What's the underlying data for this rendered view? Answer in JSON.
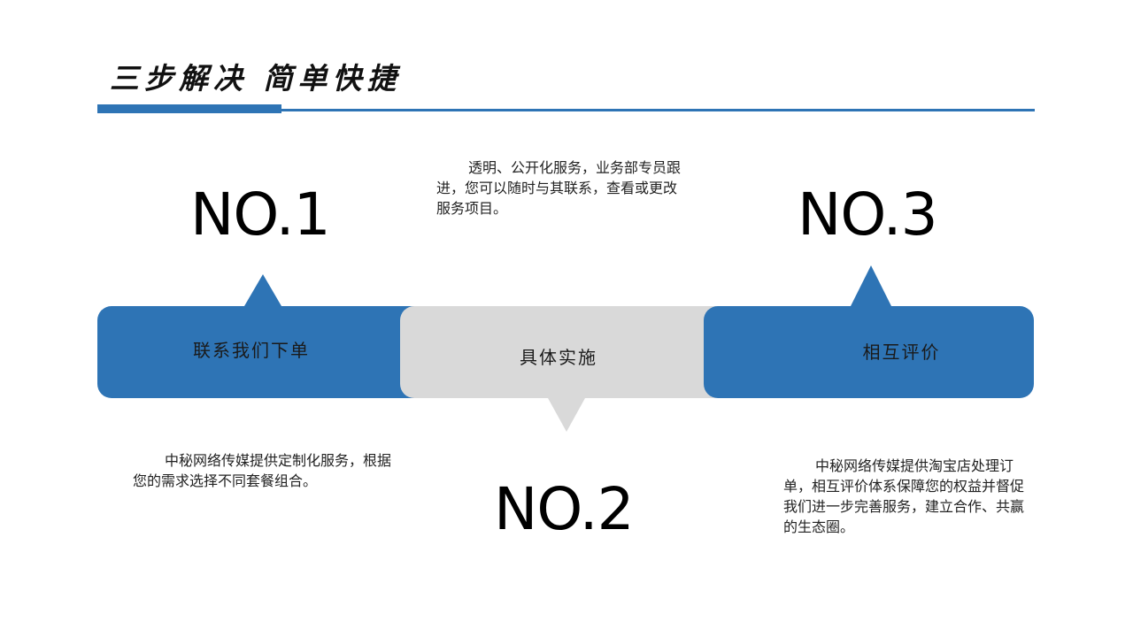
{
  "title": "三步解决 简单快捷",
  "accent_color": "#2e74b5",
  "neutral_color": "#d9d9d9",
  "steps": [
    {
      "number": "NO.1",
      "label": "联系我们下单",
      "description": "中秘网络传媒提供定制化服务，根据您的需求选择不同套餐组合。"
    },
    {
      "number": "NO.2",
      "label": "具体实施",
      "description": "透明、公开化服务，业务部专员跟进，您可以随时与其联系，查看或更改服务项目。"
    },
    {
      "number": "NO.3",
      "label": "相互评价",
      "description": "中秘网络传媒提供淘宝店处理订单，相互评价体系保障您的权益并督促我们进一步完善服务，建立合作、共赢的生态圈。"
    }
  ]
}
